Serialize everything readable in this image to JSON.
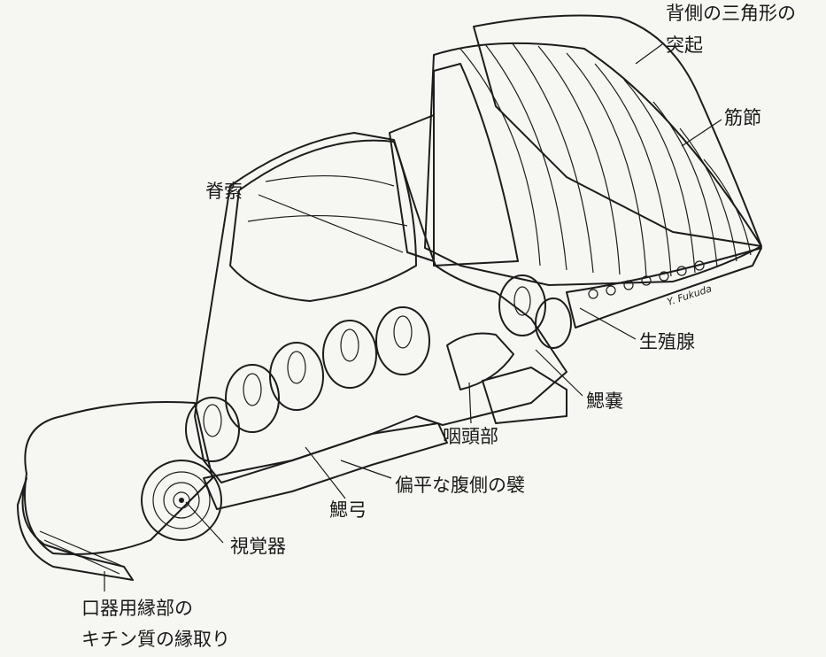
{
  "labels": {
    "dorsal_process_line1": "背側の三角形の",
    "dorsal_process_line2": "突起",
    "myomeres": "筋節",
    "notochord": "脊索",
    "gonads": "生殖腺",
    "gill_pouch": "鰓嚢",
    "pharynx": "咽頭部",
    "ventral_fold": "偏平な腹側の襞",
    "gill_arch": "鰓弓",
    "visual_organ": "視覚器",
    "oral_rim_line1": "口器用縁部の",
    "oral_rim_line2": "キチン質の縁取り"
  },
  "signature": "Y. Fukuda",
  "colors": {
    "ink": "#1c1c1c",
    "paper": "#f6f6f3",
    "body_fill": "#e8e6df"
  }
}
